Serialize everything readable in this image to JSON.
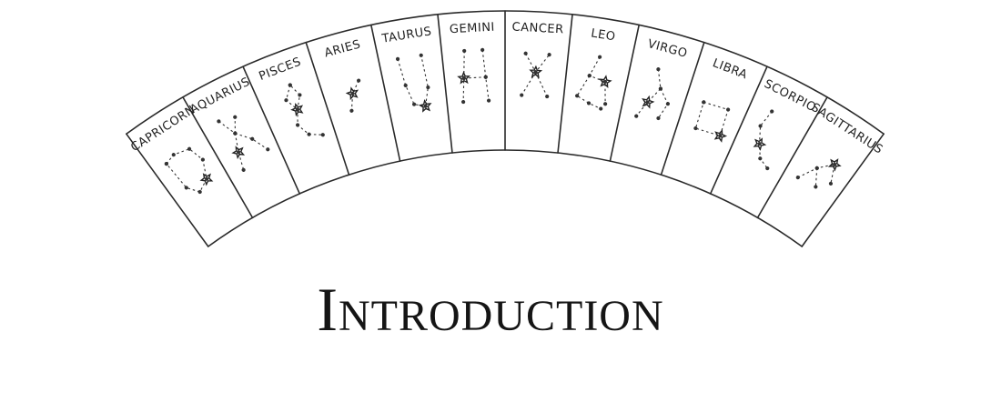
{
  "title": "Introduction",
  "signs": [
    {
      "key": "capricorn",
      "label": "CAPRICORN"
    },
    {
      "key": "aquarius",
      "label": "AQUARIUS"
    },
    {
      "key": "pisces",
      "label": "PISCES"
    },
    {
      "key": "aries",
      "label": "ARIES"
    },
    {
      "key": "taurus",
      "label": "TAURUS"
    },
    {
      "key": "gemini",
      "label": "GEMINI"
    },
    {
      "key": "cancer",
      "label": "CANCER"
    },
    {
      "key": "leo",
      "label": "LEO"
    },
    {
      "key": "virgo",
      "label": "VIRGO"
    },
    {
      "key": "libra",
      "label": "LIBRA"
    },
    {
      "key": "scorpio",
      "label": "SCORPIO"
    },
    {
      "key": "sagittarius",
      "label": "SAGITTARIUS"
    }
  ],
  "colors": {
    "ink": "#222222",
    "paper": "#ffffff"
  }
}
